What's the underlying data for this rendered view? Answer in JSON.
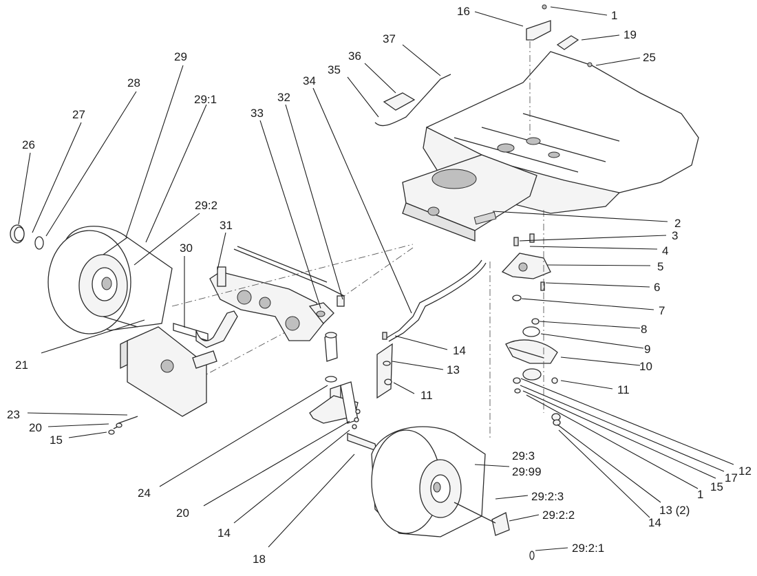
{
  "callouts": [
    {
      "id": "c1a",
      "text": "1"
    },
    {
      "id": "c1b",
      "text": "1"
    },
    {
      "id": "c2",
      "text": "2"
    },
    {
      "id": "c3",
      "text": "3"
    },
    {
      "id": "c4",
      "text": "4"
    },
    {
      "id": "c5",
      "text": "5"
    },
    {
      "id": "c6",
      "text": "6"
    },
    {
      "id": "c7",
      "text": "7"
    },
    {
      "id": "c8",
      "text": "8"
    },
    {
      "id": "c9",
      "text": "9"
    },
    {
      "id": "c10",
      "text": "10"
    },
    {
      "id": "c11a",
      "text": "11"
    },
    {
      "id": "c11b",
      "text": "11"
    },
    {
      "id": "c12",
      "text": "12"
    },
    {
      "id": "c13a",
      "text": "13"
    },
    {
      "id": "c13b",
      "text": "13 (2)"
    },
    {
      "id": "c14a",
      "text": "14"
    },
    {
      "id": "c14b",
      "text": "14"
    },
    {
      "id": "c14c",
      "text": "14"
    },
    {
      "id": "c15a",
      "text": "15"
    },
    {
      "id": "c15b",
      "text": "15"
    },
    {
      "id": "c16",
      "text": "16"
    },
    {
      "id": "c17",
      "text": "17"
    },
    {
      "id": "c18",
      "text": "18"
    },
    {
      "id": "c19",
      "text": "19"
    },
    {
      "id": "c20a",
      "text": "20"
    },
    {
      "id": "c20b",
      "text": "20"
    },
    {
      "id": "c21",
      "text": "21"
    },
    {
      "id": "c23",
      "text": "23"
    },
    {
      "id": "c24",
      "text": "24"
    },
    {
      "id": "c25",
      "text": "25"
    },
    {
      "id": "c26",
      "text": "26"
    },
    {
      "id": "c27",
      "text": "27"
    },
    {
      "id": "c28",
      "text": "28"
    },
    {
      "id": "c29",
      "text": "29"
    },
    {
      "id": "c29_1",
      "text": "29:1"
    },
    {
      "id": "c29_2",
      "text": "29:2"
    },
    {
      "id": "c29_3",
      "text": "29:3"
    },
    {
      "id": "c29_99",
      "text": "29:99"
    },
    {
      "id": "c29_2_1",
      "text": "29:2:1"
    },
    {
      "id": "c29_2_2",
      "text": "29:2:2"
    },
    {
      "id": "c29_2_3",
      "text": "29:2:3"
    },
    {
      "id": "c30",
      "text": "30"
    },
    {
      "id": "c31",
      "text": "31"
    },
    {
      "id": "c32",
      "text": "32"
    },
    {
      "id": "c33",
      "text": "33"
    },
    {
      "id": "c34",
      "text": "34"
    },
    {
      "id": "c35",
      "text": "35"
    },
    {
      "id": "c36",
      "text": "36"
    },
    {
      "id": "c37",
      "text": "37"
    }
  ]
}
